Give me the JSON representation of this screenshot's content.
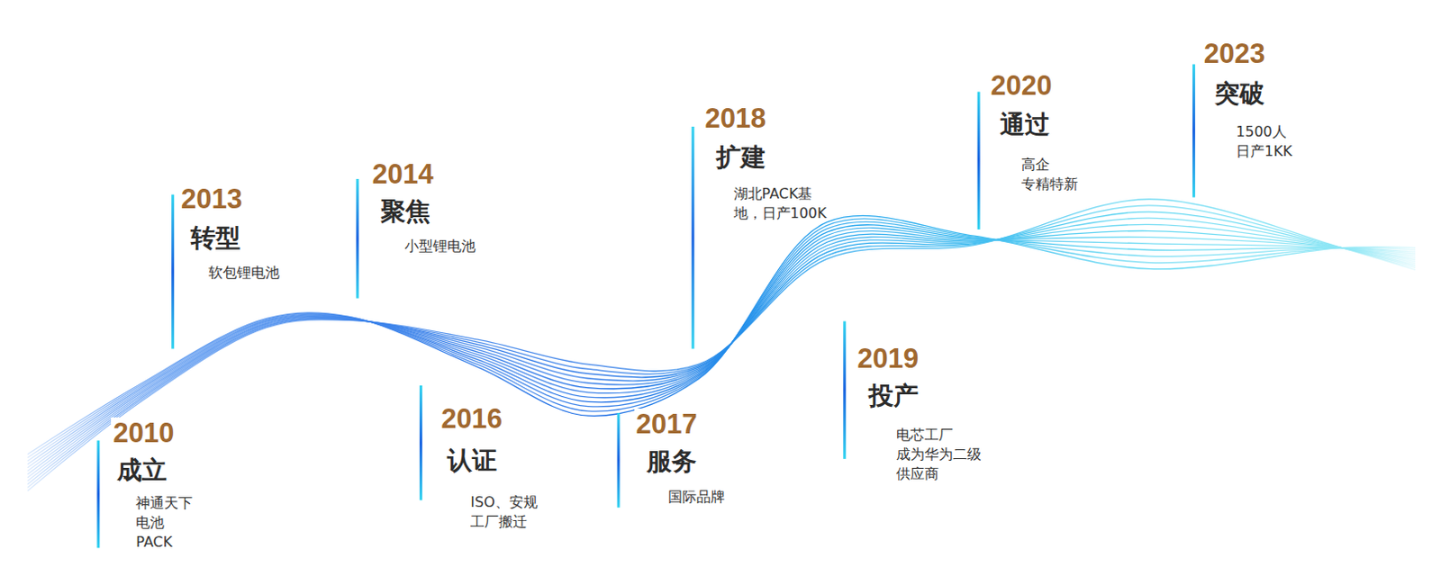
{
  "diagram": {
    "labels": [
      "2010",
      "成立",
      "神通天下 电池 PACK",
      "2013",
      "转型",
      "软包锂电池",
      "2014",
      "聚焦",
      "小型锂电池",
      "2016",
      "认证",
      "ISO、安规 工厂搬迁",
      "2017",
      "服务",
      "国际品牌",
      "2018",
      "扩建",
      "湖北PACK基 地，日产100K",
      "2019",
      "投产",
      "电芯工厂 成为华为二级 供应商",
      "2020",
      "通过",
      "高企 专精特新",
      "2023",
      "突破",
      "1500人 日产1KK"
    ]
  }
}
